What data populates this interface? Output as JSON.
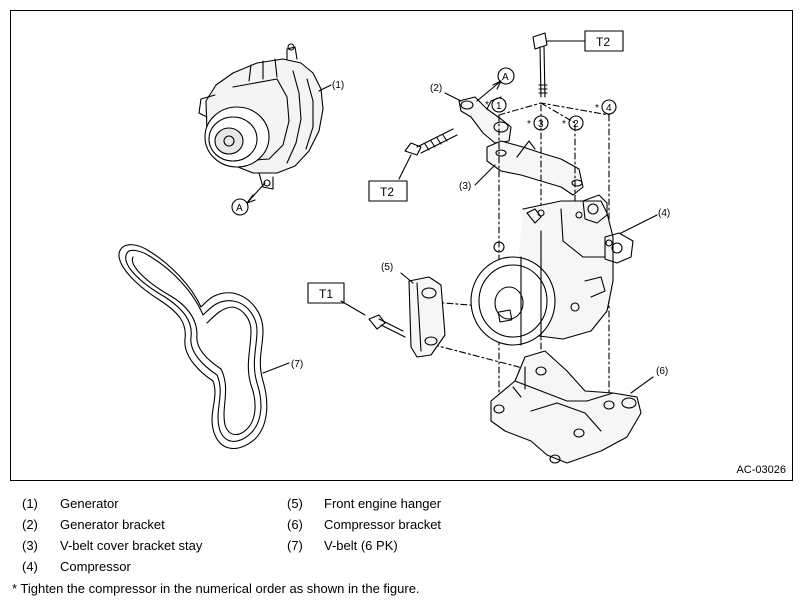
{
  "figure_id": "AC-03026",
  "callouts": {
    "c1": "(1)",
    "c2": "(2)",
    "c3": "(3)",
    "c4": "(4)",
    "c5": "(5)",
    "c6": "(6)",
    "c7": "(7)",
    "a_label": "A",
    "t1": "T1",
    "t2": "T2",
    "star": "*",
    "o1": "1",
    "o2": "2",
    "o3": "3",
    "o4": "4"
  },
  "legend": [
    {
      "num": "(1)",
      "text": "Generator"
    },
    {
      "num": "(2)",
      "text": "Generator bracket"
    },
    {
      "num": "(3)",
      "text": "V-belt cover bracket stay"
    },
    {
      "num": "(4)",
      "text": "Compressor"
    },
    {
      "num": "(5)",
      "text": "Front engine hanger"
    },
    {
      "num": "(6)",
      "text": "Compressor bracket"
    },
    {
      "num": "(7)",
      "text": "V-belt (6 PK)"
    }
  ],
  "note": "* Tighten the compressor in the numerical order as shown in the figure."
}
